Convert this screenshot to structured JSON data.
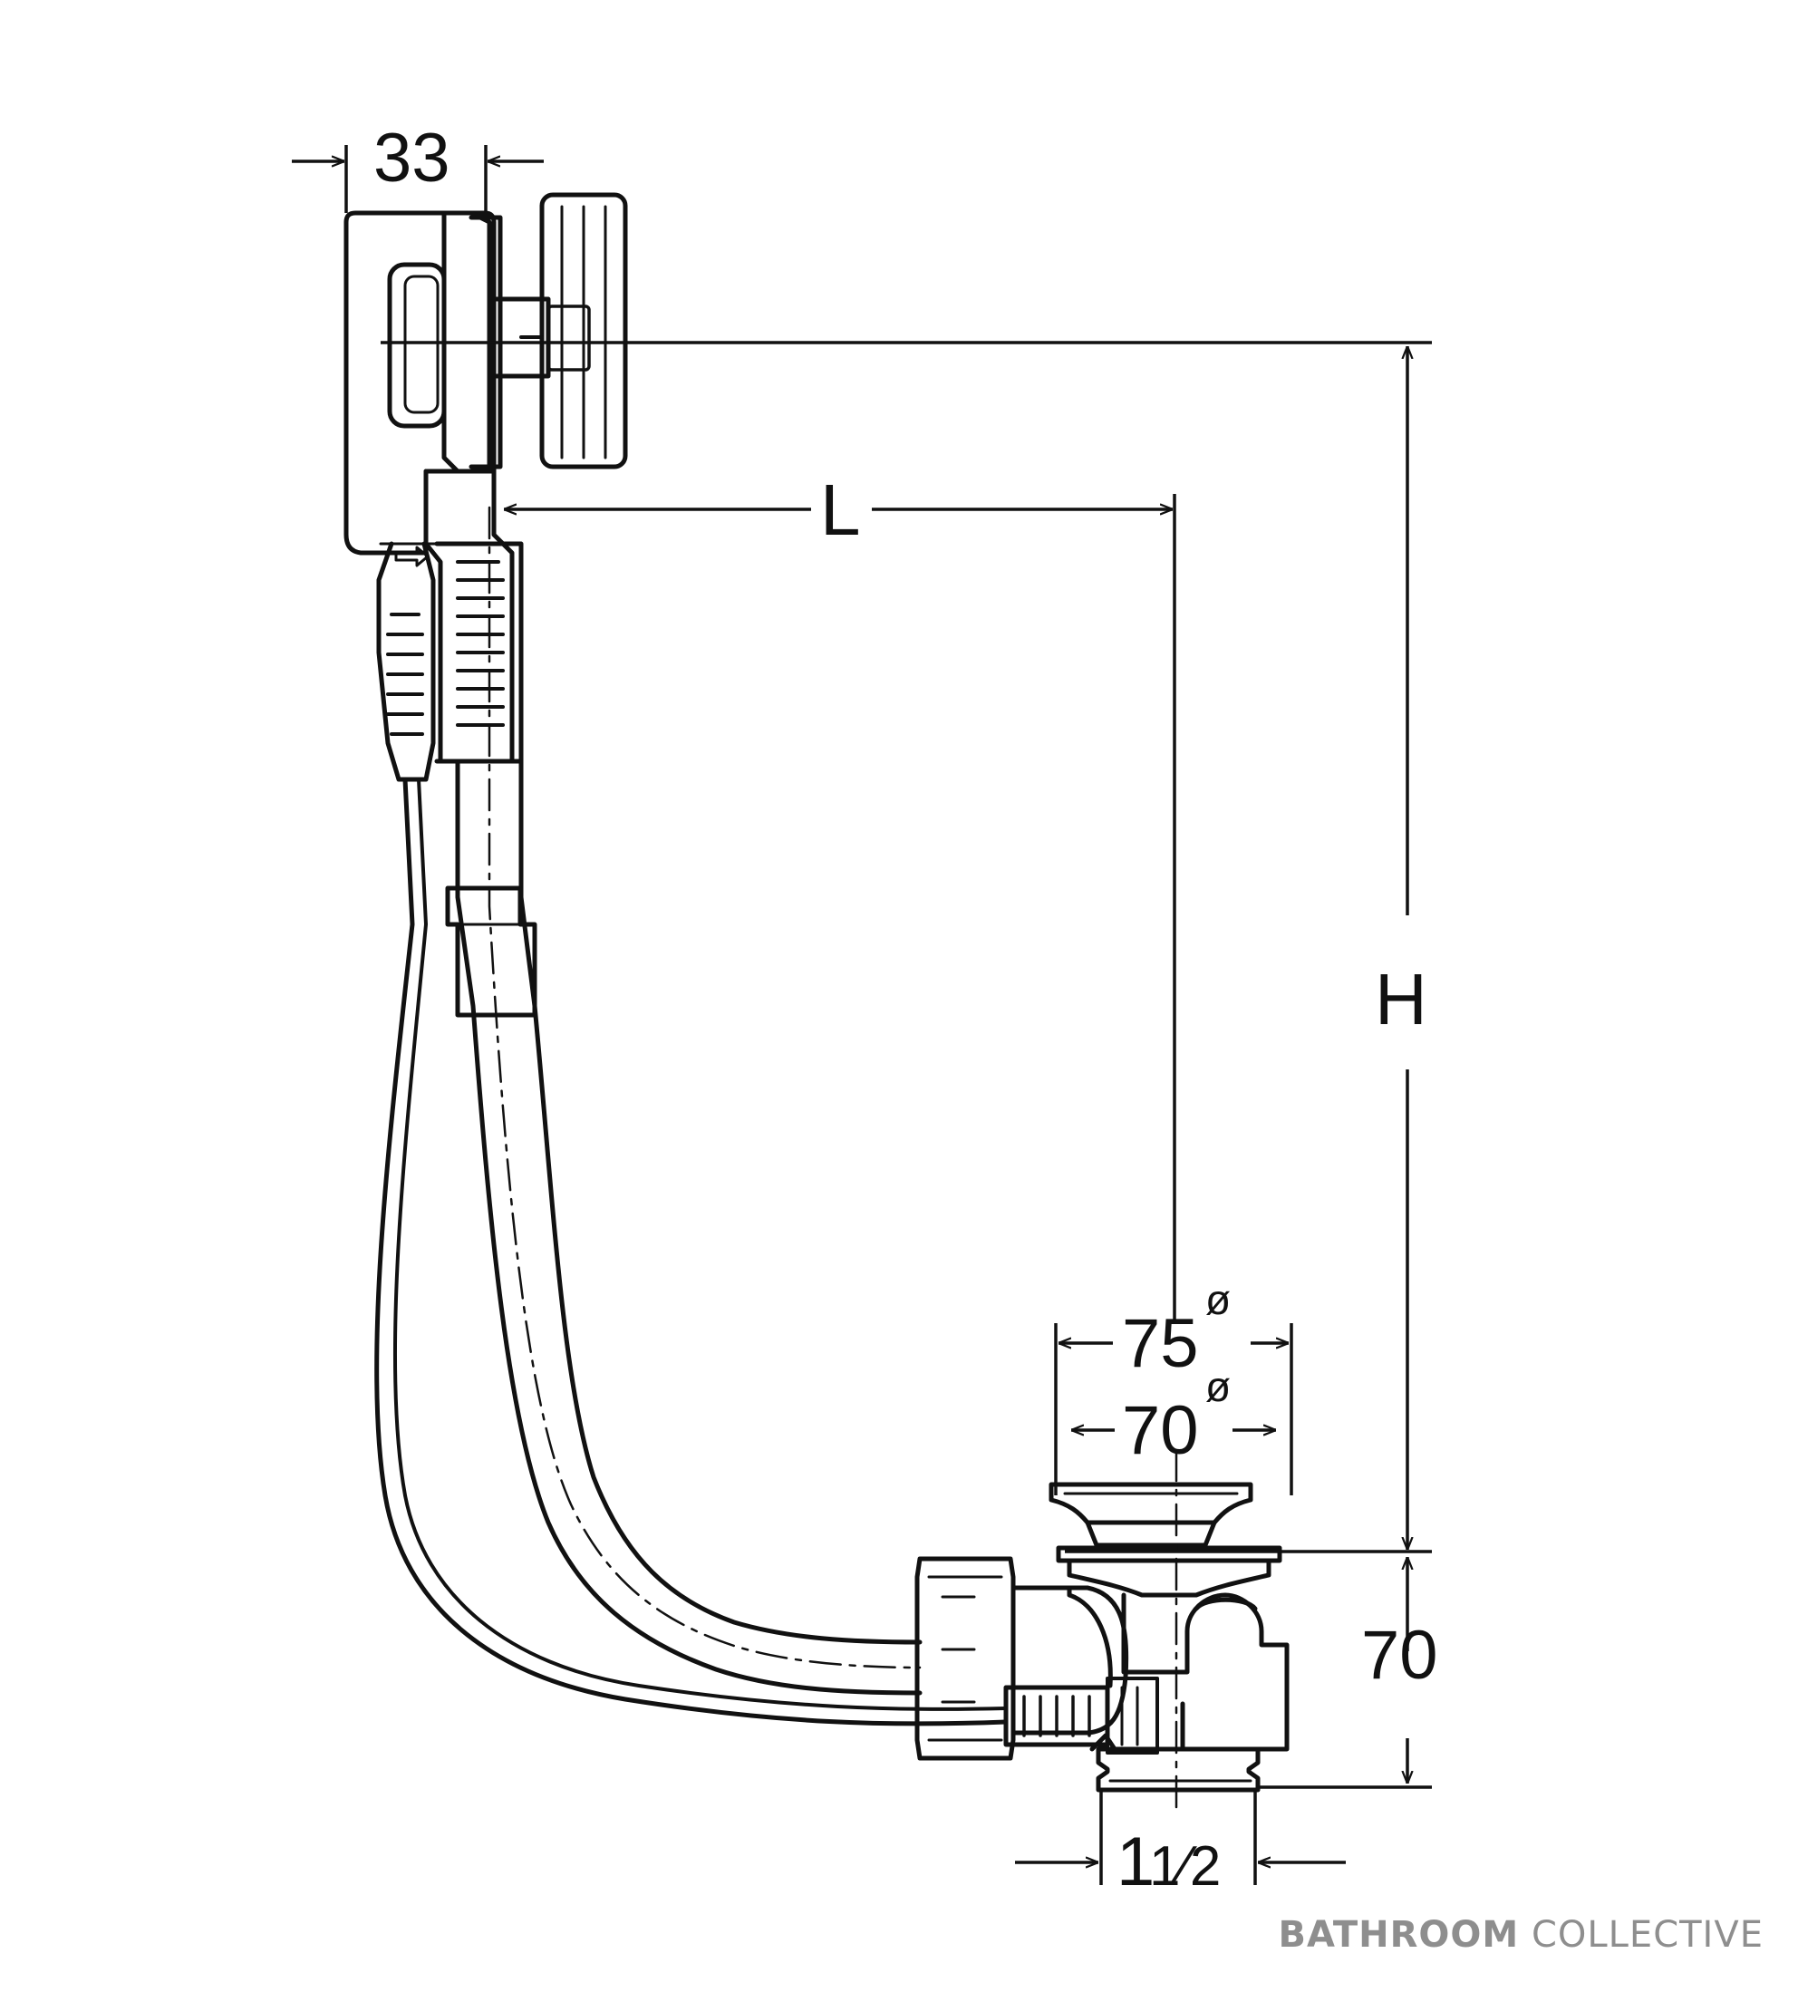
{
  "dimensions": {
    "overflow_width": "33",
    "length": "L",
    "height": "H",
    "outer_diameter": "75",
    "inner_diameter": "70",
    "diameter_symbol": "ø",
    "drain_height": "70",
    "thread_whole": "1",
    "thread_fraction": "1⁄2"
  },
  "branding": {
    "bold_part": "BATHROOM",
    "light_part": "COLLECTIVE",
    "text_color": "#8e8e8e"
  },
  "colors": {
    "line": "#111111",
    "background": "#ffffff"
  }
}
